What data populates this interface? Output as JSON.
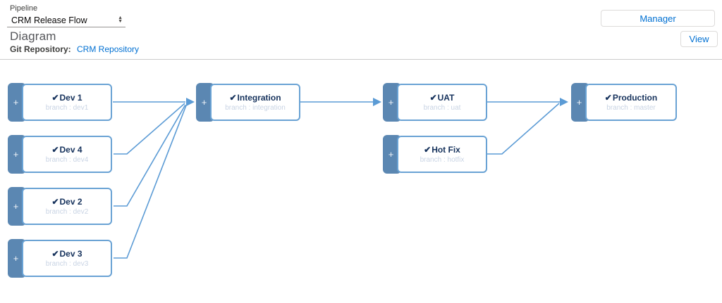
{
  "header": {
    "pipeline_label": "Pipeline",
    "pipeline_value": "CRM Release Flow",
    "manager_button": "Manager",
    "section_title": "Diagram",
    "git_repo_label": "Git Repository:",
    "git_repo_link": "CRM Repository",
    "view_button": "View"
  },
  "colors": {
    "link_blue": "#0070d2",
    "node_tab_blue": "#5b87b2",
    "node_border_blue": "#69a2d4",
    "connector_blue": "#5b9bd5",
    "node_title_navy": "#16325c",
    "branch_text": "#c9d4e4",
    "button_border": "#dddbda",
    "divider": "#cbcbcb"
  },
  "diagram": {
    "check_glyph": "✔",
    "plus_glyph": "+",
    "sort_icon_up": "▲",
    "sort_icon_down": "▼",
    "nodes": [
      {
        "id": "dev1",
        "title": "Dev 1",
        "branch": "branch : dev1"
      },
      {
        "id": "dev4",
        "title": "Dev 4",
        "branch": "branch : dev4"
      },
      {
        "id": "dev2",
        "title": "Dev 2",
        "branch": "branch : dev2"
      },
      {
        "id": "dev3",
        "title": "Dev 3",
        "branch": "branch : dev3"
      },
      {
        "id": "integration",
        "title": "Integration",
        "branch": "branch : integration"
      },
      {
        "id": "uat",
        "title": "UAT",
        "branch": "branch : uat"
      },
      {
        "id": "hotfix",
        "title": "Hot Fix",
        "branch": "branch : hotfix"
      },
      {
        "id": "production",
        "title": "Production",
        "branch": "branch : master"
      }
    ],
    "edges": [
      {
        "from": "Dev 1",
        "to": "Integration"
      },
      {
        "from": "Dev 4",
        "to": "Integration"
      },
      {
        "from": "Dev 2",
        "to": "Integration"
      },
      {
        "from": "Dev 3",
        "to": "Integration"
      },
      {
        "from": "Integration",
        "to": "UAT"
      },
      {
        "from": "UAT",
        "to": "Production"
      },
      {
        "from": "Hot Fix",
        "to": "Production"
      }
    ]
  }
}
